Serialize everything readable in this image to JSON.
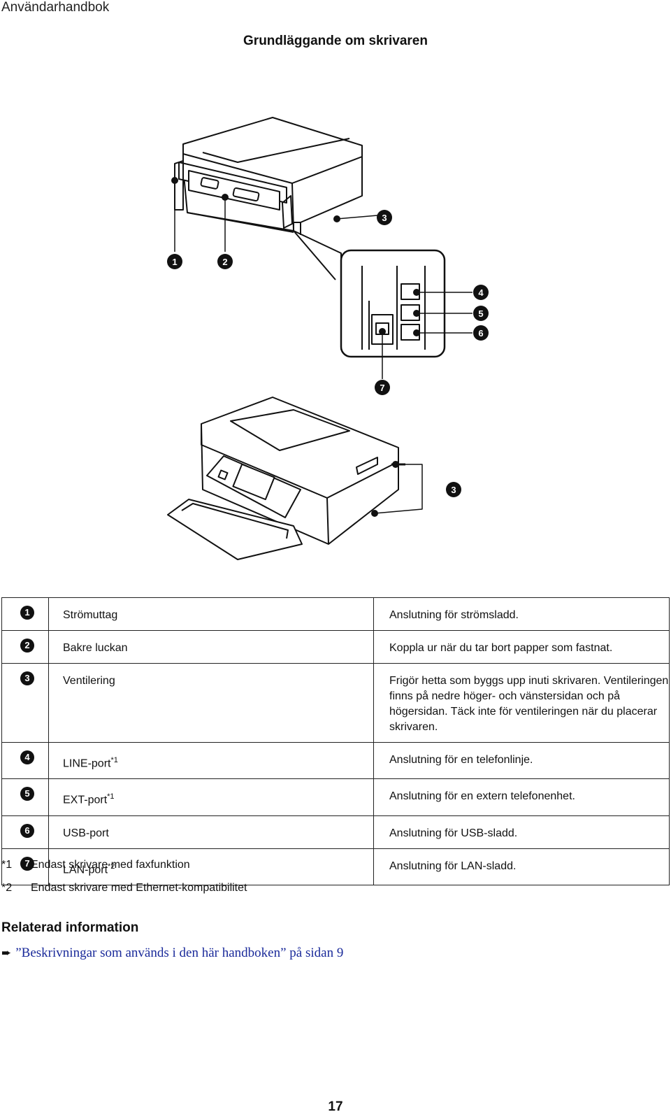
{
  "header": {
    "manual_title": "Användarhandbok"
  },
  "section_title": "Grundläggande om skrivaren",
  "figure": {
    "callouts": [
      "1",
      "2",
      "3",
      "4",
      "5",
      "6",
      "7",
      "3"
    ]
  },
  "legend": {
    "rows": [
      {
        "num": "1",
        "name": "Strömuttag",
        "sup": "",
        "desc": "Anslutning för strömsladd."
      },
      {
        "num": "2",
        "name": "Bakre luckan",
        "sup": "",
        "desc": "Koppla ur när du tar bort papper som fastnat."
      },
      {
        "num": "3",
        "name": "Ventilering",
        "sup": "",
        "desc": "Frigör hetta som byggs upp inuti skrivaren. Ventileringen finns på nedre höger- och vänstersidan och på högersidan. Täck inte för ventileringen när du placerar skrivaren."
      },
      {
        "num": "4",
        "name": "LINE-port",
        "sup": "*1",
        "desc": "Anslutning för en telefonlinje."
      },
      {
        "num": "5",
        "name": "EXT-port",
        "sup": "*1",
        "desc": "Anslutning för en extern telefonenhet."
      },
      {
        "num": "6",
        "name": "USB-port",
        "sup": "",
        "desc": "Anslutning för USB-sladd."
      },
      {
        "num": "7",
        "name": "LAN-port",
        "sup": "*2",
        "desc": "Anslutning för LAN-sladd."
      }
    ]
  },
  "footnotes": [
    {
      "mark": "*1",
      "text": "Endast skrivare med faxfunktion"
    },
    {
      "mark": "*2",
      "text": "Endast skrivare med Ethernet-kompatibilitet"
    }
  ],
  "related": {
    "heading": "Relaterad information",
    "link_text": "”Beskrivningar som används i den här handboken” på sidan 9"
  },
  "page_number": "17"
}
